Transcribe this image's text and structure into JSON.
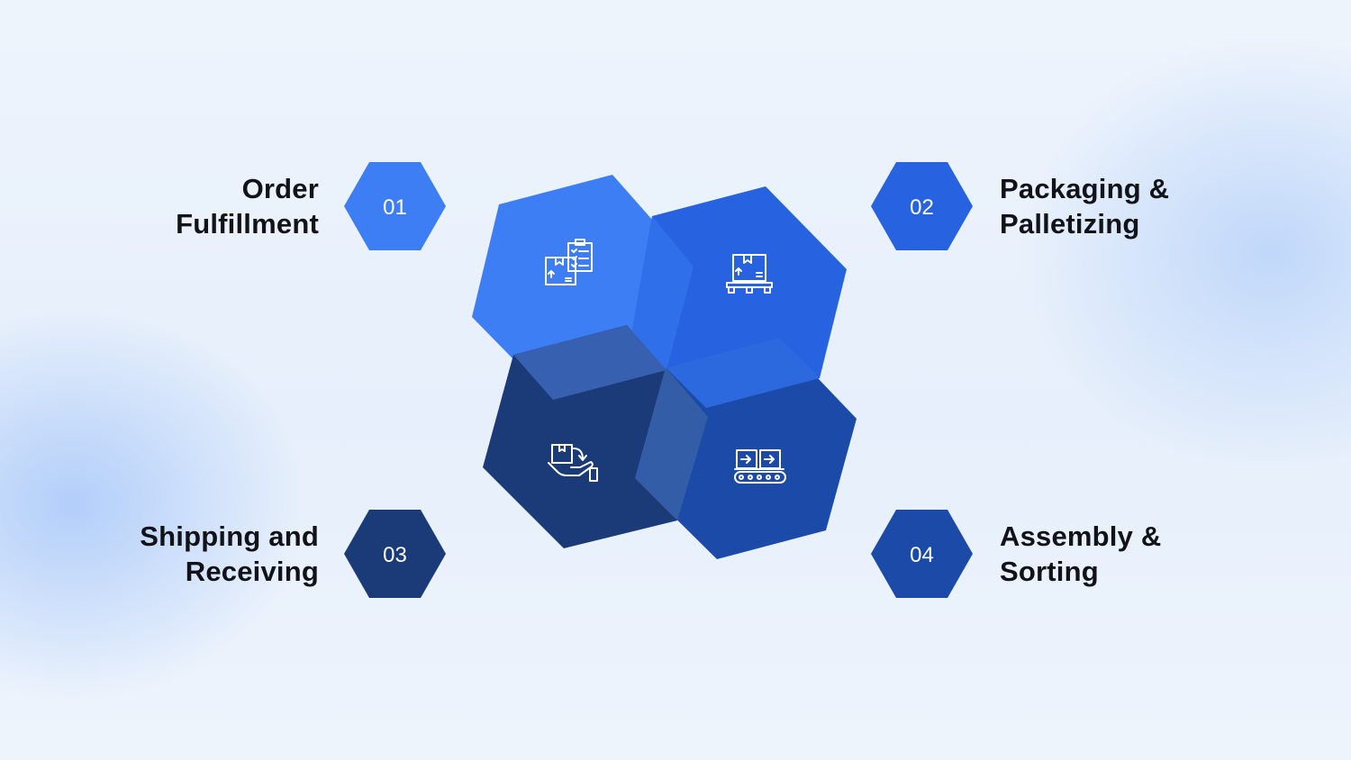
{
  "steps": [
    {
      "number": "01",
      "title_line1": "Order",
      "title_line2": "Fulfillment",
      "icon": "box-clipboard-icon",
      "color": "#3d7ef5"
    },
    {
      "number": "02",
      "title_line1": "Packaging &",
      "title_line2": "Palletizing",
      "icon": "pallet-box-icon",
      "color": "#2763e0"
    },
    {
      "number": "03",
      "title_line1": "Shipping and",
      "title_line2": "Receiving",
      "icon": "hand-box-icon",
      "color": "#1a3a78"
    },
    {
      "number": "04",
      "title_line1": "Assembly &",
      "title_line2": "Sorting",
      "icon": "conveyor-belt-icon",
      "color": "#1b4aa8"
    }
  ],
  "colors": {
    "background": "#eaf1fb",
    "overlap": "#3a66b8",
    "text": "#111318"
  }
}
